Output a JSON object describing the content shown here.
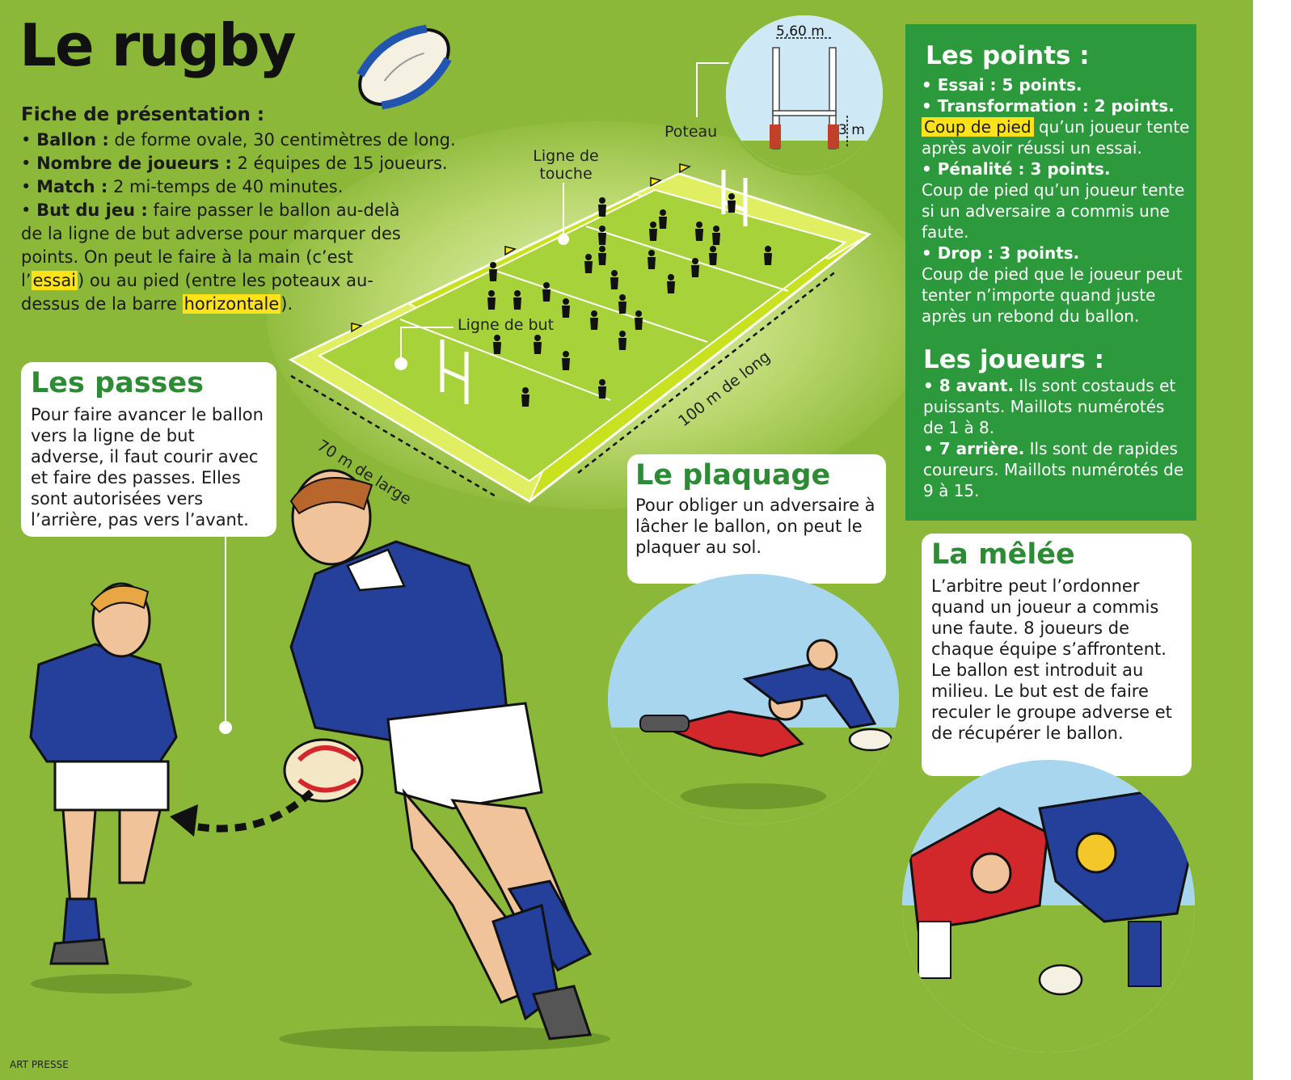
{
  "title": "Le rugby",
  "fiche": {
    "heading": "Fiche de présentation :",
    "items": [
      {
        "label": "Ballon :",
        "text": " de forme ovale, 30 centimètres de long."
      },
      {
        "label": "Nombre de joueurs :",
        "text": " 2 équipes de 15 joueurs."
      },
      {
        "label": "Match :",
        "text": " 2 mi-temps de 40 minutes."
      },
      {
        "label": "But du jeu :",
        "text": " faire passer le ballon au-delà de la ligne de but adverse pour marquer des points. On peut le faire à la main (c’est l’"
      }
    ],
    "essai": "essai",
    "middle": ") ou au pied (entre les poteaux au-dessus de la barre ",
    "horizontale": "horizontale",
    "end": ")."
  },
  "field_labels": {
    "ligne_touche": "Ligne de touche",
    "ligne_but": "Ligne de but",
    "poteau": "Poteau",
    "width_dim": "5,60 m",
    "height_dim": "3 m",
    "large": "70 m de large",
    "long": "100 m de long"
  },
  "passes": {
    "title": "Les passes",
    "body": "Pour faire avancer le ballon vers la ligne de but adverse, il faut courir avec et faire des passes. Elles sont autorisées vers l’arrière, pas vers l’avant."
  },
  "plaquage": {
    "title": "Le plaquage",
    "body": "Pour obliger un adversaire à lâcher le ballon, on peut le plaquer au sol."
  },
  "melee": {
    "title": "La mêlée",
    "body": "L’arbitre peut l’ordonner quand un joueur a commis une faute. 8 joueurs de chaque équipe s’affrontent. Le ballon est introduit au milieu. Le but est de faire reculer le groupe adverse et de récupérer le ballon."
  },
  "points": {
    "title": "Les points :",
    "essai": "• Essai : 5 points.",
    "transformation": "• Transformation : 2 points.",
    "transfo_hl": "Coup de pied",
    "transfo_text": " qu’un joueur tente après avoir réussi un essai.",
    "penalite": "• Pénalité : 3 points.",
    "penalite_text": "Coup de pied qu’un joueur tente si un adversaire a commis une faute.",
    "drop": "• Drop : 3 points.",
    "drop_text": "Coup de pied que le joueur peut tenter n’importe quand juste après un rebond du ballon."
  },
  "joueurs": {
    "title": "Les joueurs :",
    "avant_label": "• 8 avant.",
    "avant_text": " Ils sont costauds et puissants. Maillots numérotés de 1 à 8.",
    "arriere_label": "• 7 arrière.",
    "arriere_text": " Ils sont de rapides coureurs. Maillots numérotés de 9 à 15."
  },
  "credit": "ART PRESSE",
  "colors": {
    "background": "#8cb839",
    "green_box": "#2c9a3c",
    "title_green": "#2e8b35",
    "highlight": "#ffe31a",
    "jersey_blue": "#24409a",
    "jersey_red": "#d3282b"
  }
}
